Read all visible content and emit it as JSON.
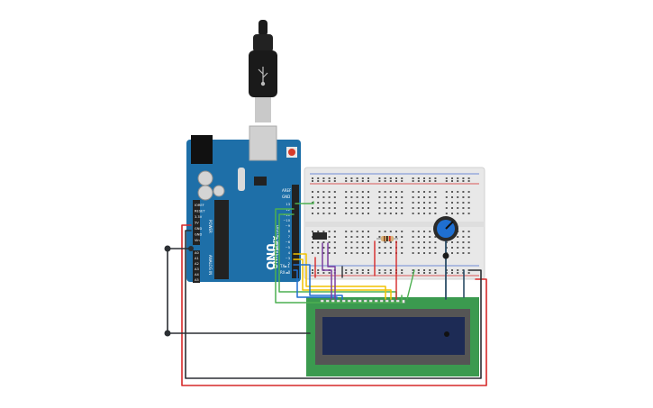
{
  "arduino": {
    "logo_text": "ARDUINO",
    "model_text": "UNO",
    "label_aref": "AREF",
    "label_gnd": "GND",
    "label_digital": "DIGITAL (PWM~)",
    "label_tx": "TX►1",
    "label_rx": "RX◄0",
    "label_power": "POWER",
    "label_analog_in": "ANALOG IN",
    "power_pins": [
      "IOREF",
      "RESET",
      "3.3V",
      "5V",
      "GND",
      "GND",
      "Vin"
    ],
    "analog_pins": [
      "A0",
      "A1",
      "A2",
      "A3",
      "A4",
      "A5"
    ],
    "digital_pins": [
      "13",
      "12",
      "~11",
      "~10",
      "~9",
      "8",
      "7",
      "~6",
      "~5",
      "4",
      "~3",
      "2"
    ]
  },
  "colors": {
    "board": "#1e6fa8",
    "breadboard": "#e8e8e8",
    "lcd_pcb": "#3b9a4f",
    "lcd_screen": "#1d2b55",
    "wire_red": "#d62828",
    "wire_black": "#2b2f33",
    "wire_green": "#4caf50",
    "wire_yellow": "#f2c200",
    "wire_purple": "#7b3fa0",
    "wire_blue": "#1f6fd1"
  },
  "components": {
    "usb_cable": "usb-b-cable",
    "potentiometer": "potentiometer",
    "resistor": "resistor",
    "lcd": "lcd-16x2"
  }
}
